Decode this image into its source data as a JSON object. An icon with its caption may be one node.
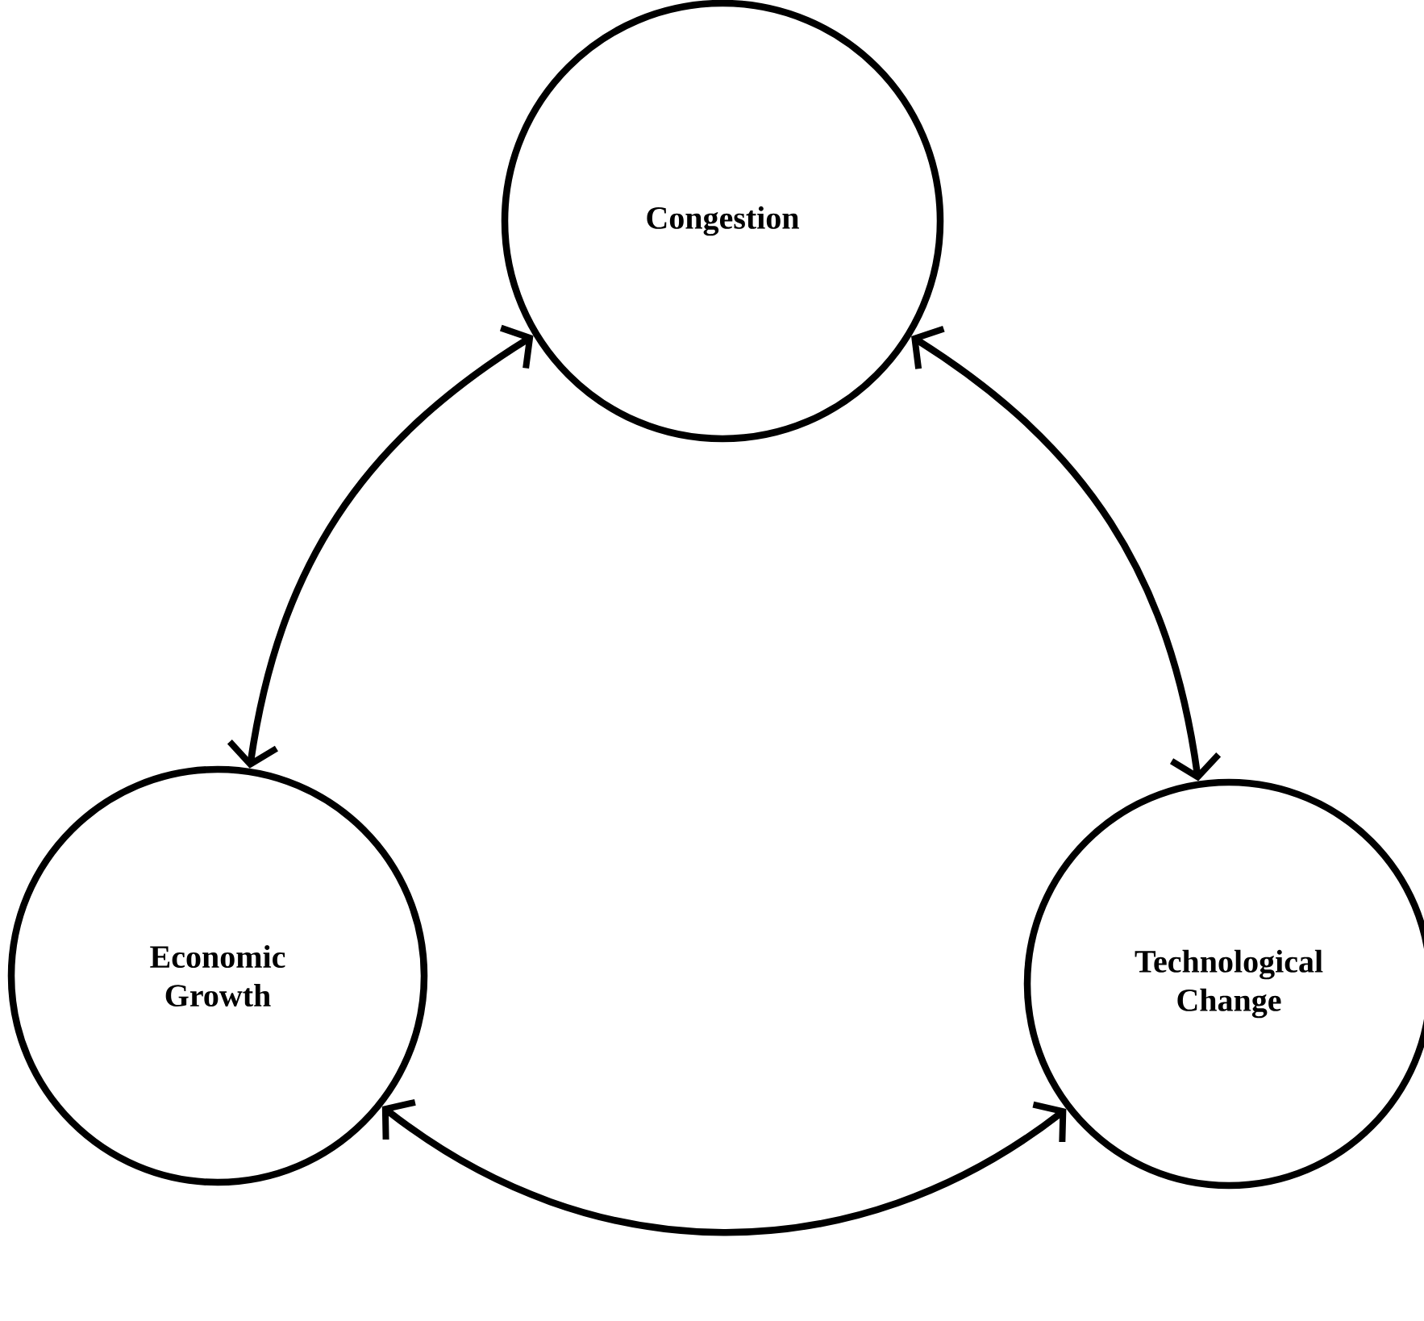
{
  "diagram": {
    "nodes": [
      {
        "text": [
          "Congestion"
        ]
      },
      {
        "text": [
          "Economic Growth"
        ]
      },
      {
        "text": [
          "Technological Change"
        ]
      }
    ],
    "edges": [
      {
        "from": 0,
        "to": 1,
        "arrow": "both"
      },
      {
        "from": 0,
        "to": 2,
        "arrow": "both"
      },
      {
        "from": 1,
        "to": 2,
        "arrow": "both"
      }
    ]
  }
}
